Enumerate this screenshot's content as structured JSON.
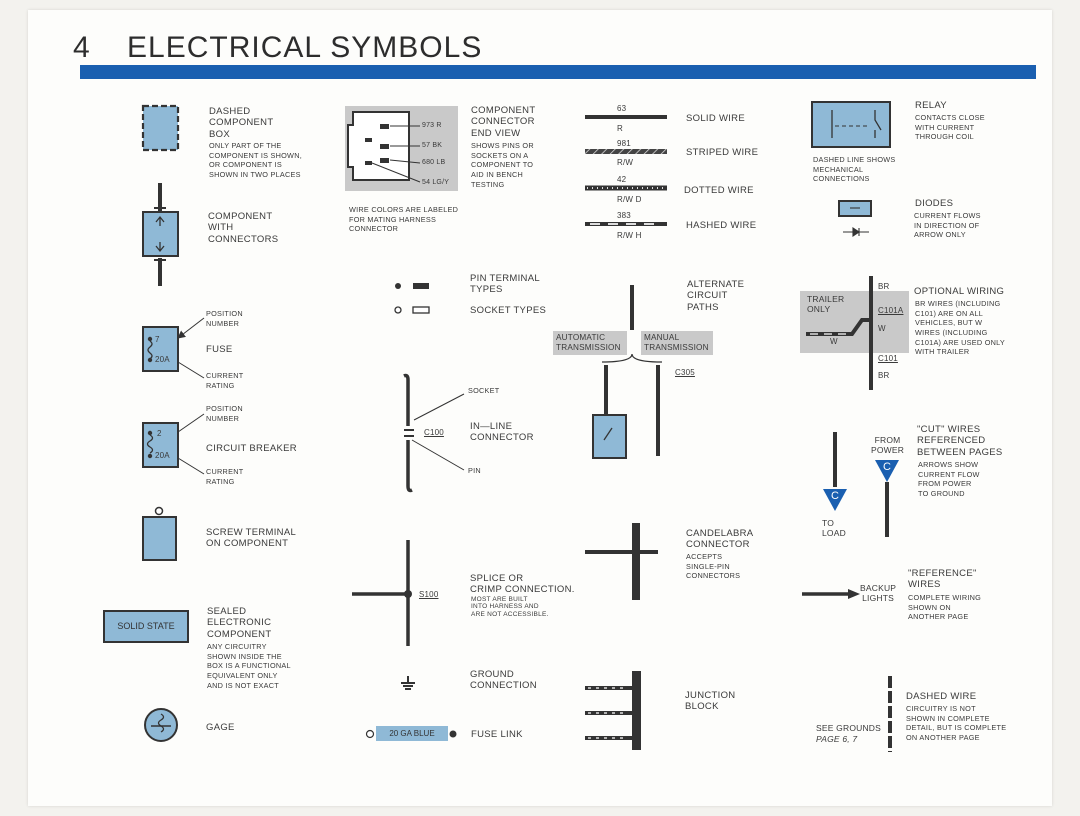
{
  "page": {
    "number": "4",
    "title": "ELECTRICAL SYMBOLS"
  },
  "col1": {
    "dashed_box": {
      "title": "DASHED\nCOMPONENT\nBOX",
      "note": "ONLY PART OF THE\nCOMPONENT IS SHOWN,\nOR COMPONENT IS\nSHOWN IN TWO PLACES"
    },
    "component_connectors": {
      "title": "COMPONENT\nWITH\nCONNECTORS"
    },
    "fuse": {
      "position_label": "POSITION\nNUMBER",
      "label": "FUSE",
      "rating_label": "CURRENT\nRATING",
      "position": "7",
      "rating": "20A"
    },
    "breaker": {
      "position_label": "POSITION\nNUMBER",
      "label": "CIRCUIT BREAKER",
      "rating_label": "CURRENT\nRATING",
      "position": "2",
      "rating": "20A"
    },
    "screw_terminal": {
      "title": "SCREW TERMINAL\nON COMPONENT"
    },
    "sealed": {
      "box_text": "SOLID STATE",
      "title": "SEALED\nELECTRONIC\nCOMPONENT",
      "note": "ANY CIRCUITRY\nSHOWN INSIDE THE\nBOX IS A FUNCTIONAL\nEQUIVALENT ONLY\nAND IS NOT EXACT"
    },
    "gage": {
      "title": "GAGE"
    }
  },
  "col2": {
    "connector_end": {
      "pins": [
        "973 R",
        "57 BK",
        "680 LB",
        "54 LG/Y"
      ],
      "title": "COMPONENT\nCONNECTOR\nEND VIEW",
      "note": "SHOWS PINS OR\nSOCKETS ON A\nCOMPONENT TO\nAID IN BENCH\nTESTING",
      "caption": "WIRE COLORS ARE LABELED\nFOR MATING HARNESS\nCONNECTOR"
    },
    "pin_terminal": {
      "title": "PIN TERMINAL\nTYPES"
    },
    "socket_types": {
      "title": "SOCKET TYPES"
    },
    "inline": {
      "socket": "SOCKET",
      "code": "C100",
      "title": "IN—LINE\nCONNECTOR",
      "pin": "PIN"
    },
    "splice": {
      "code": "S100",
      "title": "SPLICE OR\nCRIMP CONNECTION.",
      "note": "MOST ARE BUILT\nINTO HARNESS AND\nARE NOT ACCESSIBLE."
    },
    "ground": {
      "title": "GROUND\nCONNECTION"
    },
    "fuse_link": {
      "box_text": "20 GA BLUE",
      "title": "FUSE LINK"
    }
  },
  "col3": {
    "wires": [
      {
        "number": "63",
        "color": "R",
        "title": "SOLID WIRE"
      },
      {
        "number": "981",
        "color": "R/W",
        "title": "STRIPED WIRE"
      },
      {
        "number": "42",
        "color": "R/W D",
        "title": "DOTTED WIRE"
      },
      {
        "number": "383",
        "color": "R/W H",
        "title": "HASHED WIRE"
      }
    ],
    "alternate": {
      "title": "ALTERNATE\nCIRCUIT\nPATHS",
      "auto": "AUTOMATIC\nTRANSMISSION",
      "manual": "MANUAL\nTRANSMISSION",
      "code": "C305"
    },
    "candelabra": {
      "title": "CANDELABRA\nCONNECTOR",
      "note": "ACCEPTS\nSINGLE-PIN\nCONNECTORS"
    },
    "junction": {
      "title": "JUNCTION\nBLOCK"
    }
  },
  "col4": {
    "relay": {
      "title": "RELAY",
      "note": "CONTACTS CLOSE\nWITH CURRENT\nTHROUGH COIL",
      "caption": "DASHED LINE SHOWS\nMECHANICAL\nCONNECTIONS"
    },
    "diodes": {
      "title": "DIODES",
      "note": "CURRENT FLOWS\nIN DIRECTION OF\nARROW ONLY"
    },
    "optional": {
      "trailer": "TRAILER\nONLY",
      "br_top": "BR",
      "c101a": "C101A",
      "w1": "W",
      "w2": "W",
      "c101": "C101",
      "br_bottom": "BR",
      "title": "OPTIONAL WIRING",
      "note": "BR WIRES (INCLUDING\nC101) ARE ON ALL\nVEHICLES, BUT W\nWIRES (INCLUDING\nC101A) ARE USED ONLY\nWITH TRAILER"
    },
    "cut": {
      "from_power": "FROM\nPOWER",
      "letter_left": "C",
      "letter_right": "C",
      "to_load": "TO\nLOAD",
      "title": "\"CUT\" WIRES\nREFERENCED\nBETWEEN PAGES",
      "note": "ARROWS SHOW\nCURRENT FLOW\nFROM POWER\nTO GROUND"
    },
    "reference": {
      "label": "BACKUP\nLIGHTS",
      "title": "\"REFERENCE\"\nWIRES",
      "note": "COMPLETE WIRING\nSHOWN ON\nANOTHER PAGE"
    },
    "dashed_wire": {
      "see": "SEE GROUNDS",
      "page": "PAGE 6, 7",
      "title": "DASHED WIRE",
      "note": "CIRCUITRY IS NOT\nSHOWN IN COMPLETE\nDETAIL, BUT IS COMPLETE\nON ANOTHER PAGE"
    }
  },
  "colors": {
    "accent_bar": "#1a5fb0",
    "component_fill": "#8fb9d6",
    "label_gray": "#c9c9c9"
  }
}
